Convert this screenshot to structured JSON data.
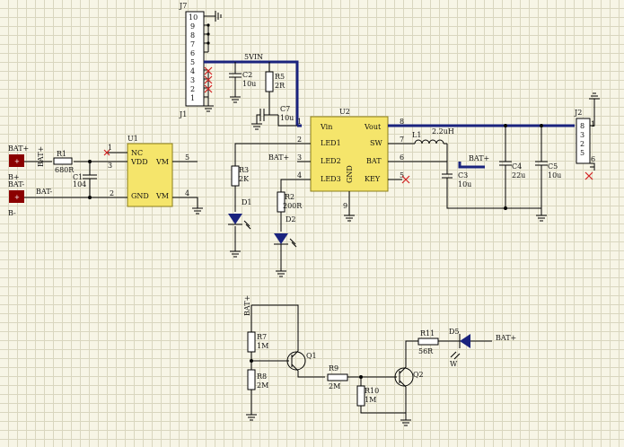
{
  "connectors": {
    "j7": {
      "ref": "J7",
      "ref2": "J1",
      "pins": [
        "10",
        "9",
        "8",
        "7",
        "6",
        "5",
        "4",
        "3",
        "2",
        "1"
      ]
    },
    "j2": {
      "ref": "J2",
      "pins": [
        "1",
        "8",
        "3",
        "2",
        "5",
        "6"
      ]
    },
    "bat_plus": "BAT+",
    "bat_minus": "BAT-",
    "b_plus": "B+",
    "b_minus": "B-"
  },
  "u1": {
    "ref": "U1",
    "pins": {
      "nc": "NC",
      "vdd": "VDD",
      "vm1": "VM",
      "gnd": "GND",
      "vm2": "VM"
    },
    "pin_numbers": {
      "p1": "1",
      "p3": "3",
      "p2": "2",
      "p5": "5",
      "p4": "4"
    }
  },
  "u2": {
    "ref": "U2",
    "pins": {
      "vin": "Vin",
      "led1": "LED1",
      "led2": "LED2",
      "led3": "LED3",
      "vout": "Vout",
      "sw": "SW",
      "bat": "BAT",
      "key": "KEY",
      "gnd": "GND"
    },
    "pin_numbers": {
      "p1": "1",
      "p2": "2",
      "p3": "3",
      "p4": "4",
      "p8": "8",
      "p7": "7",
      "p6": "6",
      "p5": "5",
      "p9": "9"
    }
  },
  "parts": {
    "r1": {
      "ref": "R1",
      "val": "680R"
    },
    "c1": {
      "ref": "C1",
      "val": "104"
    },
    "c2": {
      "ref": "C2",
      "val": "10u"
    },
    "r5": {
      "ref": "R5",
      "val": "2R"
    },
    "c7": {
      "ref": "C7",
      "val": "10u"
    },
    "r3": {
      "ref": "R3",
      "val": "2K"
    },
    "d1": {
      "ref": "D1"
    },
    "r2": {
      "ref": "R2",
      "val": "200R"
    },
    "d2": {
      "ref": "D2"
    },
    "l1": {
      "ref": "L1",
      "val": "2.2uH"
    },
    "c3": {
      "ref": "C3",
      "val": "10u"
    },
    "c4": {
      "ref": "C4",
      "val": "22u"
    },
    "c5": {
      "ref": "C5",
      "val": "10u"
    },
    "r7": {
      "ref": "R7",
      "val": "1M"
    },
    "r8": {
      "ref": "R8",
      "val": "2M"
    },
    "q1": {
      "ref": "Q1"
    },
    "r9": {
      "ref": "R9",
      "val": "2M"
    },
    "r10": {
      "ref": "R10",
      "val": "1M"
    },
    "q2": {
      "ref": "Q2"
    },
    "r11": {
      "ref": "R11",
      "val": "56R"
    },
    "d5": {
      "ref": "D5",
      "val": "W"
    }
  },
  "nets": {
    "vin5": "5VIN",
    "bat1": "BAT+",
    "bat2": "BAT+",
    "bat3": "BAT+",
    "bat4": "BAT+",
    "bat_left": "BAT+",
    "batm_left": "BAT-"
  }
}
